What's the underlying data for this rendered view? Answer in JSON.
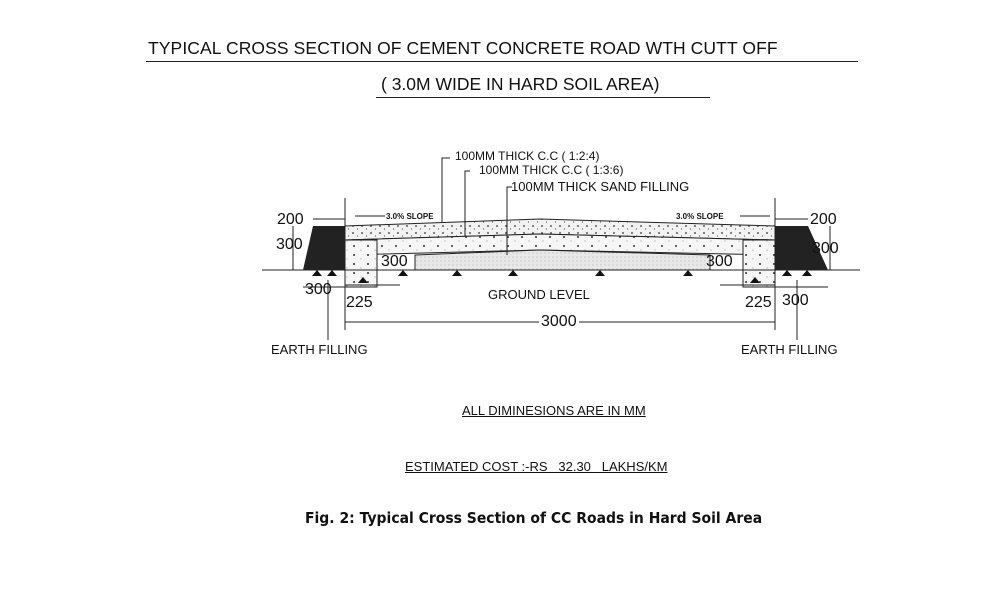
{
  "title": "TYPICAL CROSS SECTION OF CEMENT CONCRETE ROAD WTH CUTT OFF",
  "subtitle": "( 3.0M WIDE IN HARD SOIL AREA)",
  "layers": [
    "100MM THICK C.C ( 1:2:4)",
    "100MM THICK C.C ( 1:3:6)",
    "100MM THICK SAND FILLING"
  ],
  "slope_left": "3.0% SLOPE",
  "slope_right": "3.0% SLOPE",
  "dimensions": {
    "left_top": "200",
    "left_height": "300",
    "left_bottom": "300",
    "left_cutoff_depth": "300",
    "left_cutoff_width": "225",
    "right_top": "200",
    "right_height": "300",
    "right_bottom": "300",
    "right_cutoff_depth": "300",
    "right_cutoff_width": "225",
    "road_width": "3000"
  },
  "ground_level": "GROUND LEVEL",
  "earth_filling_left": "EARTH FILLING",
  "earth_filling_right": "EARTH FILLING",
  "dimensions_note": "ALL DIMINESIONS ARE IN MM",
  "cost_note": "ESTIMATED COST :-RS   32.30   LAKHS/KM",
  "caption": "Fig. 2: Typical Cross Section of CC Roads in Hard Soil Area"
}
